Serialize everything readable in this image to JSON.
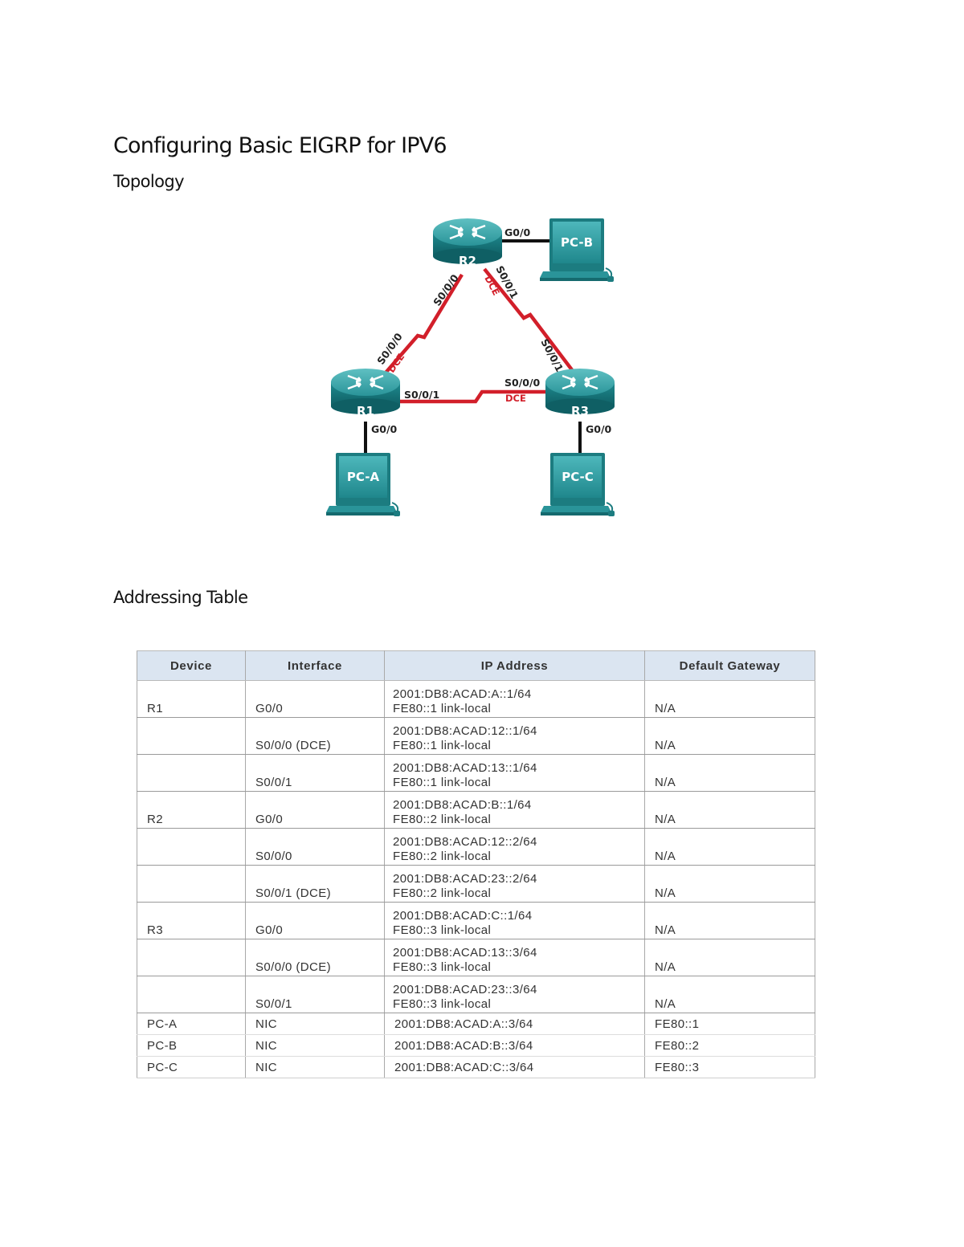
{
  "document": {
    "title": "Configuring Basic EIGRP for IPV6",
    "topology_heading": "Topology",
    "addressing_heading": "Addressing Table"
  },
  "topology": {
    "routers": [
      "R2",
      "R1",
      "R3"
    ],
    "pcs": [
      "PC-B",
      "PC-A",
      "PC-C"
    ],
    "labels": {
      "r2_g00": "G0/0",
      "r2_s000": "S0/0/0",
      "r2_s001": "S0/0/1",
      "r2_dce": "DCE",
      "r1_s000": "S0/0/0",
      "r1_dce": "DCE",
      "r1_s001": "S0/0/1",
      "r1_g00": "G0/0",
      "r3_s001": "S0/0/1",
      "r3_s000": "S0/0/0",
      "r3_dce": "DCE",
      "r3_g00": "G0/0"
    },
    "colors": {
      "serial_link": "#d21f2a",
      "ethernet_link": "#111111",
      "device_teal": "#2a9499",
      "dce_text": "#d21f2a"
    }
  },
  "addressing_table": {
    "headers": [
      "Device",
      "Interface",
      "IP Address",
      "Default Gateway"
    ],
    "rows": [
      {
        "device": "R1",
        "interface": "G0/0",
        "ip": [
          "2001:DB8:ACAD:A::1/64",
          "FE80::1 link-local"
        ],
        "gateway": "N/A"
      },
      {
        "device": "",
        "interface": "S0/0/0 (DCE)",
        "ip": [
          "2001:DB8:ACAD:12::1/64",
          "FE80::1 link-local"
        ],
        "gateway": "N/A"
      },
      {
        "device": "",
        "interface": "S0/0/1",
        "ip": [
          "2001:DB8:ACAD:13::1/64",
          "FE80::1 link-local"
        ],
        "gateway": "N/A"
      },
      {
        "device": "R2",
        "interface": "G0/0",
        "ip": [
          "2001:DB8:ACAD:B::1/64",
          "FE80::2 link-local"
        ],
        "gateway": "N/A"
      },
      {
        "device": "",
        "interface": "S0/0/0",
        "ip": [
          "2001:DB8:ACAD:12::2/64",
          "FE80::2 link-local"
        ],
        "gateway": "N/A"
      },
      {
        "device": "",
        "interface": "S0/0/1 (DCE)",
        "ip": [
          "2001:DB8:ACAD:23::2/64",
          "FE80::2 link-local"
        ],
        "gateway": "N/A"
      },
      {
        "device": "R3",
        "interface": "G0/0",
        "ip": [
          "2001:DB8:ACAD:C::1/64",
          "FE80::3 link-local"
        ],
        "gateway": "N/A"
      },
      {
        "device": "",
        "interface": "S0/0/0 (DCE)",
        "ip": [
          "2001:DB8:ACAD:13::3/64",
          "FE80::3 link-local"
        ],
        "gateway": "N/A"
      },
      {
        "device": "",
        "interface": "S0/0/1",
        "ip": [
          "2001:DB8:ACAD:23::3/64",
          "FE80::3 link-local"
        ],
        "gateway": "N/A"
      }
    ],
    "pc_rows": [
      {
        "device": "PC-A",
        "interface": "NIC",
        "ip": "2001:DB8:ACAD:A::3/64",
        "gateway": "FE80::1"
      },
      {
        "device": "PC-B",
        "interface": "NIC",
        "ip": "2001:DB8:ACAD:B::3/64",
        "gateway": "FE80::2"
      },
      {
        "device": "PC-C",
        "interface": "NIC",
        "ip": "2001:DB8:ACAD:C::3/64",
        "gateway": "FE80::3"
      }
    ]
  }
}
